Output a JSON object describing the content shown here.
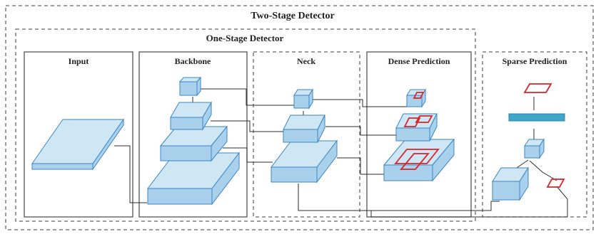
{
  "diagram": {
    "outer_region_label": "Two-Stage Detector",
    "inner_region_label": "One-Stage Detector",
    "panels": {
      "input": "Input",
      "backbone": "Backbone",
      "neck": "Neck",
      "dense": "Dense Prediction",
      "sparse": "Sparse Prediction"
    },
    "colors": {
      "box_fill": "#cfe6f5",
      "box_side": "#a9d1ec",
      "box_stroke": "#3a86c3",
      "bar_fill": "#3fa6c9",
      "prediction_rect": "#d8242a",
      "connector": "#2d2d2d",
      "dashed_border": "#666666",
      "panel_border": "#555555"
    }
  }
}
